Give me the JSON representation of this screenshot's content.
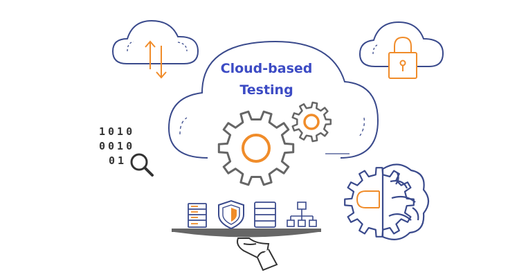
{
  "title": {
    "line1": "Cloud-based",
    "line2": "Testing"
  },
  "binary": {
    "row1": "1010",
    "row2": "0010",
    "row3": "01"
  },
  "icons": [
    "cloud-transfer-icon",
    "cloud-lock-icon",
    "main-cloud-icon",
    "large-gear-icon",
    "small-gear-icon",
    "binary-search-icon",
    "brain-gear-icon",
    "server-rack-icon",
    "shield-icon",
    "database-icon",
    "network-hierarchy-icon",
    "serving-tray-icon",
    "hand-icon"
  ],
  "colors": {
    "outline_blue": "#3a4a8c",
    "accent_orange": "#f08c2a",
    "gear_gray": "#666666",
    "title_blue": "#3c4bc4",
    "icon_gray": "#555555"
  }
}
